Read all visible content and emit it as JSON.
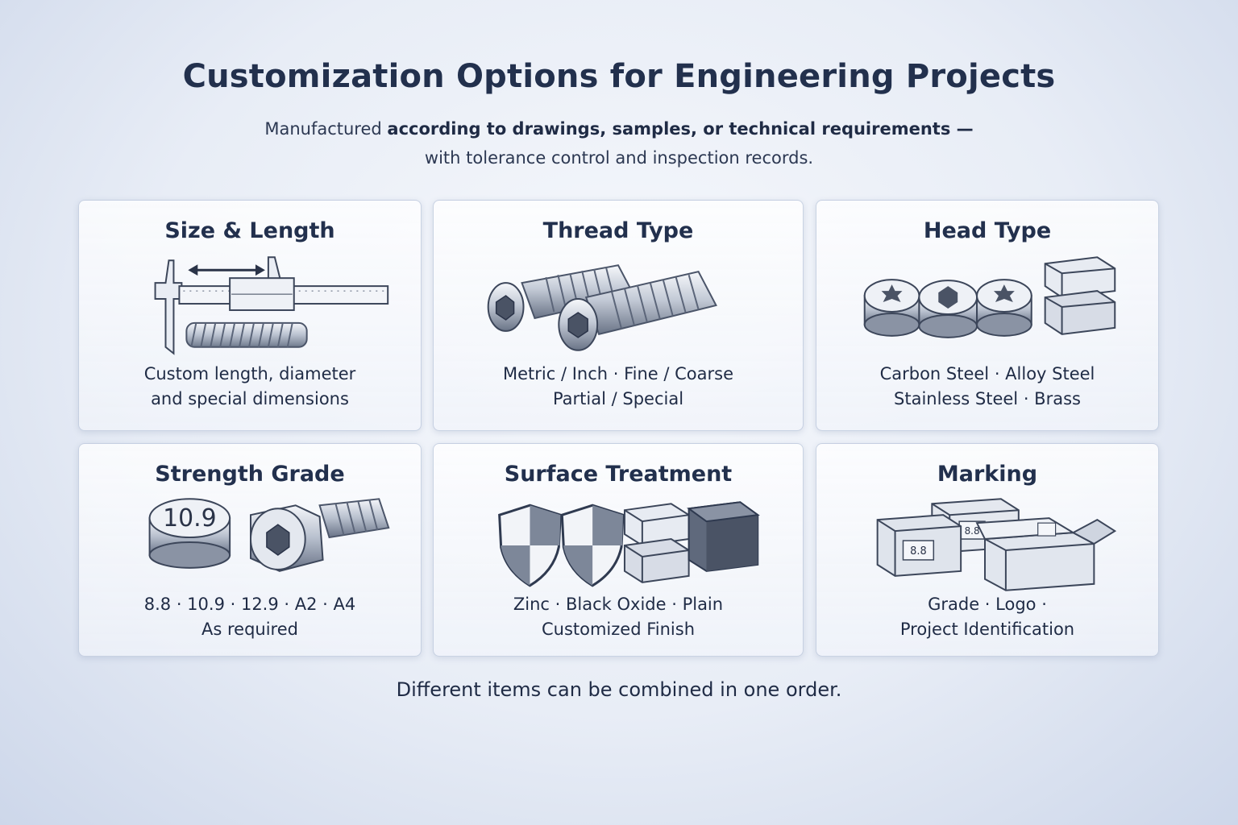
{
  "header": {
    "title": "Customization Options for Engineering Projects",
    "subtitle_line1_a": "Manufactured ",
    "subtitle_line1_b": "according to drawings, samples, or technical requirements —",
    "subtitle_line2": "with tolerance control and inspection records."
  },
  "cards": [
    {
      "title": "Size & Length",
      "lines": [
        "Custom length, diameter",
        "and special dimensions"
      ],
      "icon": "caliper-and-bolt-icon"
    },
    {
      "title": "Thread Type",
      "lines": [
        "Metric / Inch · Fine / Coarse",
        "Partial / Special"
      ],
      "icon": "threaded-bolts-icon"
    },
    {
      "title": "Head Type",
      "lines": [
        "Carbon Steel · Alloy Steel",
        "Stainless Steel · Brass"
      ],
      "icon": "bolt-heads-icon"
    },
    {
      "title": "Strength Grade",
      "lines": [
        "8.8 · 10.9 · 12.9 · A2 · A4",
        "As required"
      ],
      "icon": "grade-stamp-bolt-icon",
      "stamp": "10.9"
    },
    {
      "title": "Surface Treatment",
      "lines": [
        "Zinc · Black Oxide · Plain",
        "Customized Finish"
      ],
      "icon": "shields-and-blocks-icon"
    },
    {
      "title": "Marking",
      "lines": [
        "Grade · Logo ·",
        "Project Identification"
      ],
      "icon": "marked-boxes-icon",
      "box_labels": [
        "8.8",
        "8.8"
      ]
    }
  ],
  "footer": {
    "note": "Different items can be combined in one order."
  },
  "colors": {
    "title": "#22304d",
    "text": "#1f2b45",
    "background": "#e8edf6",
    "metal_light": "#eef1f6",
    "metal_dark": "#6b7588"
  }
}
